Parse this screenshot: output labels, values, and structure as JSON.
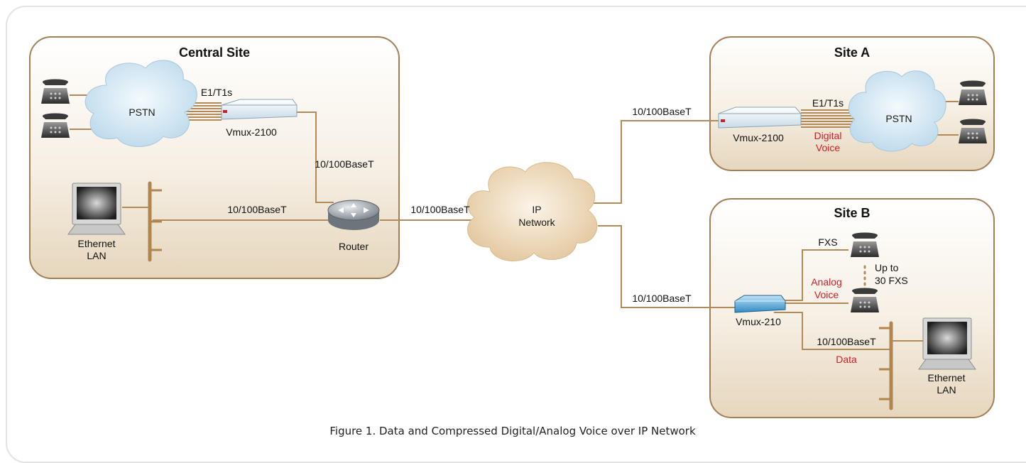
{
  "sites": {
    "central": {
      "title": "Central Site"
    },
    "site_a": {
      "title": "Site A"
    },
    "site_b": {
      "title": "Site B"
    }
  },
  "central": {
    "pstn": "PSTN",
    "e1t1": "E1/T1s",
    "vmux": "Vmux-2100",
    "link_vmux_router": "10/100BaseT",
    "link_lan_router": "10/100BaseT",
    "router": "Router",
    "lan_line1": "Ethernet",
    "lan_line2": "LAN"
  },
  "link_router_ip": "10/100BaseT",
  "ip_cloud": {
    "line1": "IP",
    "line2": "Network"
  },
  "site_a_labels": {
    "link": "10/100BaseT",
    "e1t1": "E1/T1s",
    "pstn": "PSTN",
    "vmux": "Vmux-2100",
    "voice_line1": "Digital",
    "voice_line2": "Voice"
  },
  "site_b_labels": {
    "link": "10/100BaseT",
    "fxs": "FXS",
    "upto_line1": "Up to",
    "upto_line2": "30 FXS",
    "voice_line1": "Analog",
    "voice_line2": "Voice",
    "vmux": "Vmux-210",
    "data_link": "10/100BaseT",
    "data": "Data",
    "lan_line1": "Ethernet",
    "lan_line2": "LAN"
  },
  "caption": "Figure 1.  Data and Compressed Digital/Analog Voice over IP Network",
  "colors": {
    "wire": "#b18a57",
    "site_border": "#a27f57",
    "site_fill": "#f0e6d6",
    "accent_red": "#cc2027",
    "cloud_pstn": "#d3e7f3",
    "cloud_ip": "#f1dfc3"
  }
}
